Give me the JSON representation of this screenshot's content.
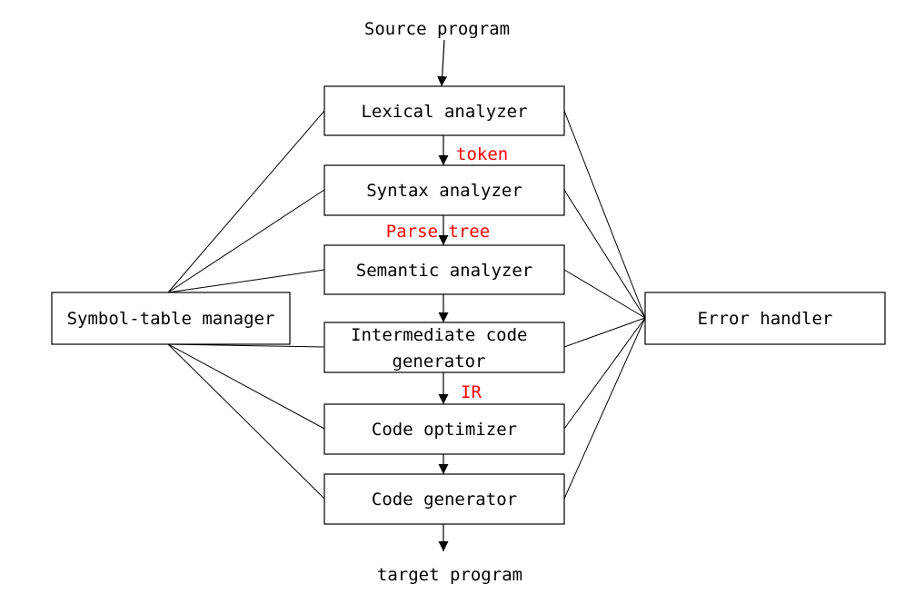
{
  "input_label": "Source program",
  "output_label": "target program",
  "phases": [
    {
      "label": "Lexical analyzer"
    },
    {
      "label": "Syntax analyzer"
    },
    {
      "label": "Semantic analyzer"
    },
    {
      "label": "Intermediate code generator",
      "lines": [
        "Intermediate code",
        "generator"
      ]
    },
    {
      "label": "Code optimizer"
    },
    {
      "label": "Code generator"
    }
  ],
  "edge_labels": {
    "lexical_to_syntax": "token",
    "syntax_to_semantic": "Parse tree",
    "intermediate_to_optimizer": "IR"
  },
  "symbol_table": {
    "label": "Symbol-table manager"
  },
  "error_handler": {
    "label": "Error handler"
  },
  "colors": {
    "edge_label": "#ff0000",
    "line": "#000000",
    "box_fill": "#ffffff"
  }
}
